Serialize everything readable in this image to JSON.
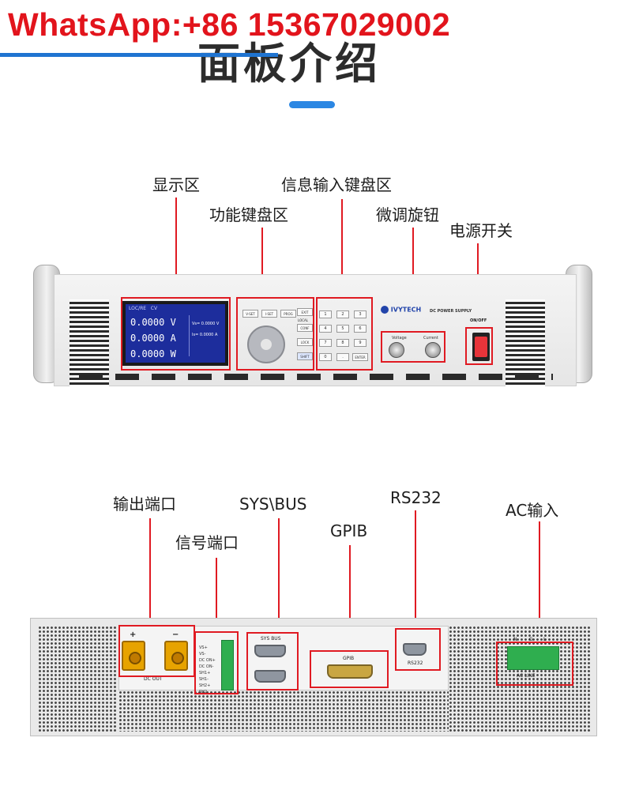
{
  "watermark": {
    "text": "WhatsApp:+86 15367029002"
  },
  "page_title": "面板介绍",
  "front_labels": {
    "display_area": "显示区",
    "function_keypad": "功能键盘区",
    "info_keypad": "信息输入键盘区",
    "fine_knob": "微调旋钮",
    "power_switch": "电源开关"
  },
  "front_panel": {
    "lcd_header": [
      "LOC/RE",
      "CV"
    ],
    "lcd_rows": [
      "0.0000 V",
      "0.0000 A",
      "0.0000 W"
    ],
    "lcd_side": [
      "Vs= 0.0000 V",
      "Is= 0.0000 A"
    ],
    "function_keys": [
      "V-SET",
      "I-SET",
      "PROG",
      "EXIT",
      "CONF",
      "LOCK",
      "SHIFT"
    ],
    "local_label": "LOCAL",
    "number_keys": [
      "1",
      "2",
      "3",
      "4",
      "5",
      "6",
      "7",
      "8",
      "9",
      "0",
      ".",
      "ENTER"
    ],
    "brand": "IVYTECH",
    "model_text": "DC POWER SUPPLY",
    "knob_labels": [
      "Voltage",
      "Current"
    ],
    "switch_label": "ON/OFF"
  },
  "rear_labels": {
    "output_port": "输出端口",
    "signal_port": "信号端口",
    "sys_bus": "SYS\\BUS",
    "gpib": "GPIB",
    "rs232": "RS232",
    "ac_input": "AC输入"
  },
  "rear_panel": {
    "dc_out_plus": "+",
    "dc_out_minus": "−",
    "dc_out_label": "DC OUT",
    "signal_list": [
      "VS+",
      "VS-",
      "DC ON+",
      "DC ON-",
      "SH1+",
      "SH1-",
      "SH2+",
      "SH2-"
    ],
    "sys_bus_label": "SYS BUS",
    "gpib_label": "GPIB",
    "rs232_label": "RS232",
    "ac_line_label": "AC LINE",
    "ac_terminals": [
      "N",
      "G",
      "L"
    ]
  }
}
